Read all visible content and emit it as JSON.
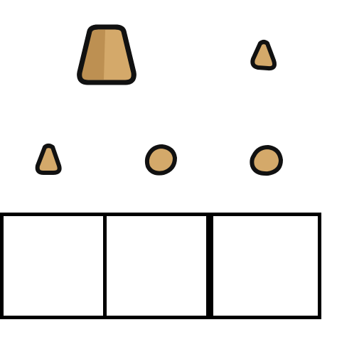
{
  "game": {
    "colors": {
      "piece_fill": "#d4a96a",
      "piece_shade": "#b88c4e",
      "outline": "#111111",
      "slot_border": "#000000",
      "background": "#ffffff"
    },
    "pieces": [
      {
        "id": "large-bell",
        "shape": "bell"
      },
      {
        "id": "small-bell-right",
        "shape": "bell"
      },
      {
        "id": "small-bell-left",
        "shape": "bell"
      },
      {
        "id": "blob-middle",
        "shape": "blob"
      },
      {
        "id": "blob-right",
        "shape": "blob"
      }
    ],
    "slots": [
      {
        "id": "slot-1",
        "filled": false
      },
      {
        "id": "slot-2",
        "filled": false
      },
      {
        "id": "slot-3",
        "filled": false
      }
    ]
  }
}
